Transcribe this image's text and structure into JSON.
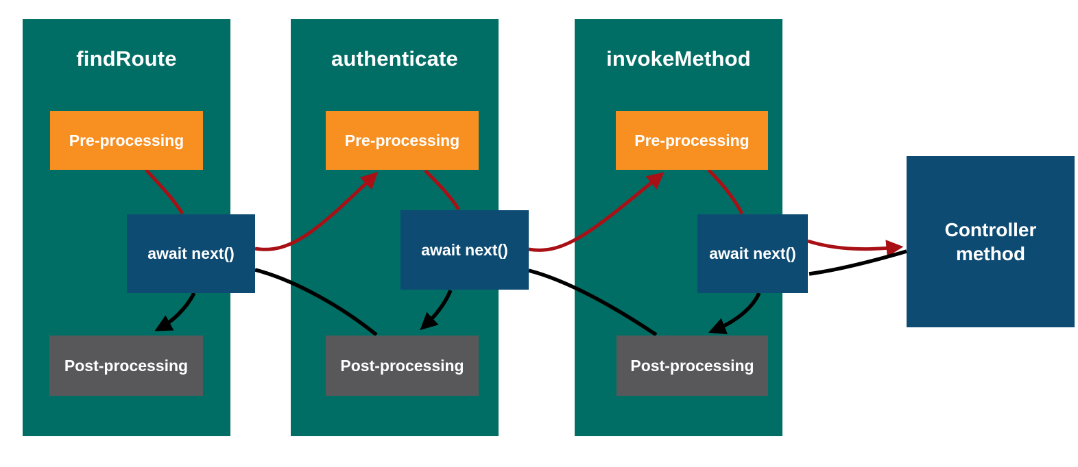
{
  "diagram": {
    "description": "Middleware pipeline flow: three middleware layers wrapping a controller method",
    "columns": [
      {
        "title": "findRoute",
        "pre_label": "Pre-processing",
        "await_label": "await next()",
        "post_label": "Post-processing"
      },
      {
        "title": "authenticate",
        "pre_label": "Pre-processing",
        "await_label": "await next()",
        "post_label": "Post-processing"
      },
      {
        "title": "invokeMethod",
        "pre_label": "Pre-processing",
        "await_label": "await next()",
        "post_label": "Post-processing"
      }
    ],
    "controller": {
      "label": "Controller method"
    },
    "colors": {
      "background": "#FFFFFF",
      "column_fill": "#006E64",
      "pre_fill": "#F78F21",
      "await_fill": "#0D4B73",
      "post_fill": "#58585B",
      "controller_fill": "#0D4B73",
      "label_text": "#FFFFFF",
      "request_flow": "#A81016",
      "response_flow": "#000000"
    },
    "edges": [
      {
        "from": "findRoute.pre-processing",
        "to": "findRoute.await-next",
        "flow": "request",
        "color": "#A81016",
        "arrowhead": false
      },
      {
        "from": "findRoute.await-next",
        "to": "authenticate.pre-processing",
        "flow": "request",
        "color": "#A81016",
        "arrowhead": true
      },
      {
        "from": "authenticate.pre-processing",
        "to": "authenticate.await-next",
        "flow": "request",
        "color": "#A81016",
        "arrowhead": false
      },
      {
        "from": "authenticate.await-next",
        "to": "invokeMethod.pre-processing",
        "flow": "request",
        "color": "#A81016",
        "arrowhead": true
      },
      {
        "from": "invokeMethod.pre-processing",
        "to": "invokeMethod.await-next",
        "flow": "request",
        "color": "#A81016",
        "arrowhead": false
      },
      {
        "from": "invokeMethod.await-next",
        "to": "controller-method",
        "flow": "request",
        "color": "#A81016",
        "arrowhead": true
      },
      {
        "from": "controller-method",
        "to": "invokeMethod.await-next",
        "flow": "response",
        "color": "#000000",
        "arrowhead": false
      },
      {
        "from": "invokeMethod.await-next",
        "to": "invokeMethod.post-processing",
        "flow": "response",
        "color": "#000000",
        "arrowhead": true
      },
      {
        "from": "invokeMethod.post-processing",
        "to": "authenticate.await-next",
        "flow": "response",
        "color": "#000000",
        "arrowhead": false
      },
      {
        "from": "authenticate.await-next",
        "to": "authenticate.post-processing",
        "flow": "response",
        "color": "#000000",
        "arrowhead": true
      },
      {
        "from": "authenticate.post-processing",
        "to": "findRoute.await-next",
        "flow": "response",
        "color": "#000000",
        "arrowhead": false
      },
      {
        "from": "findRoute.await-next",
        "to": "findRoute.post-processing",
        "flow": "response",
        "color": "#000000",
        "arrowhead": true
      }
    ]
  }
}
